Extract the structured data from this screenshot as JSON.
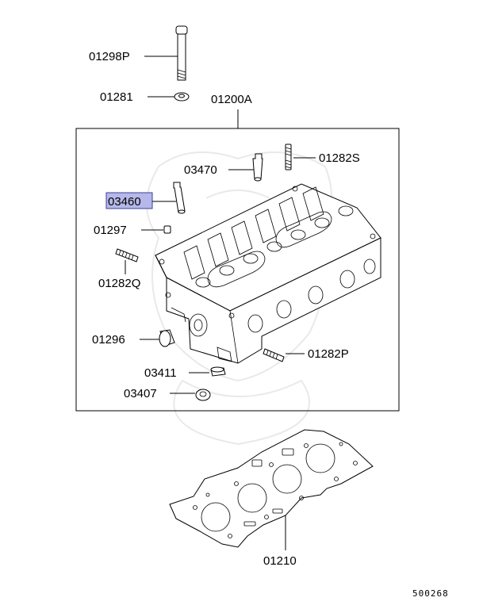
{
  "callouts": {
    "p01298P": "01298P",
    "p01281": "01281",
    "p01200A": "01200A",
    "p03470": "03470",
    "p01282S": "01282S",
    "p03460": "03460",
    "p01297": "01297",
    "p01282Q": "01282Q",
    "p01296": "01296",
    "p01282P": "01282P",
    "p03411": "03411",
    "p03407": "03407",
    "p01210": "01210"
  },
  "diagram_code": "500268",
  "highlighted_part": "03460",
  "colors": {
    "highlight_fill": "#b5b8e8",
    "highlight_border": "#3c3f9a",
    "line": "#000000"
  }
}
